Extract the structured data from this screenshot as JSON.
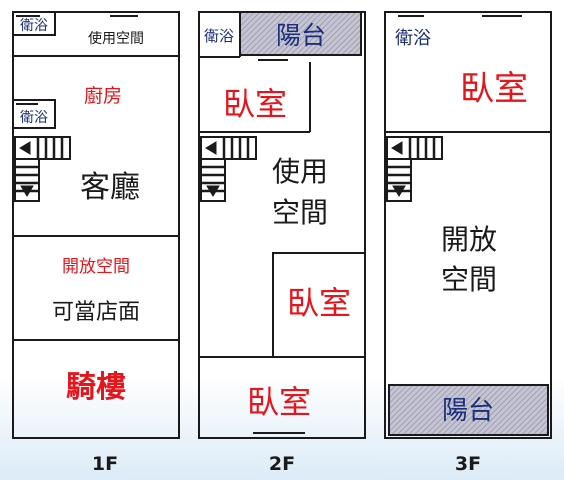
{
  "floors": [
    {
      "label": "1F",
      "rooms": [
        {
          "name": "bath",
          "text": "衛浴"
        },
        {
          "name": "spare",
          "text": "使用空間"
        },
        {
          "name": "kitchen",
          "text": "廚房"
        },
        {
          "name": "bath2",
          "text": "衛浴"
        },
        {
          "name": "living",
          "text": "客廳"
        },
        {
          "name": "open",
          "text": "開放空間"
        },
        {
          "name": "shop",
          "text": "可當店面"
        },
        {
          "name": "arcade",
          "text": "騎樓"
        }
      ]
    },
    {
      "label": "2F",
      "rooms": [
        {
          "name": "bath",
          "text": "衛浴"
        },
        {
          "name": "balcony",
          "text": "陽台"
        },
        {
          "name": "bed1",
          "text": "臥室"
        },
        {
          "name": "use1",
          "text": "使用"
        },
        {
          "name": "use2",
          "text": "空間"
        },
        {
          "name": "bed2",
          "text": "臥室"
        },
        {
          "name": "bed3",
          "text": "臥室"
        }
      ]
    },
    {
      "label": "3F",
      "rooms": [
        {
          "name": "bath",
          "text": "衛浴"
        },
        {
          "name": "bed",
          "text": "臥室"
        },
        {
          "name": "open1",
          "text": "開放"
        },
        {
          "name": "open2",
          "text": "空間"
        },
        {
          "name": "balcony",
          "text": "陽台"
        }
      ]
    }
  ],
  "colors": {
    "red": "#e8141b",
    "navy": "#1c2f7a",
    "black": "#1a1a1a",
    "balcony_fill": "#b7b7c4"
  }
}
